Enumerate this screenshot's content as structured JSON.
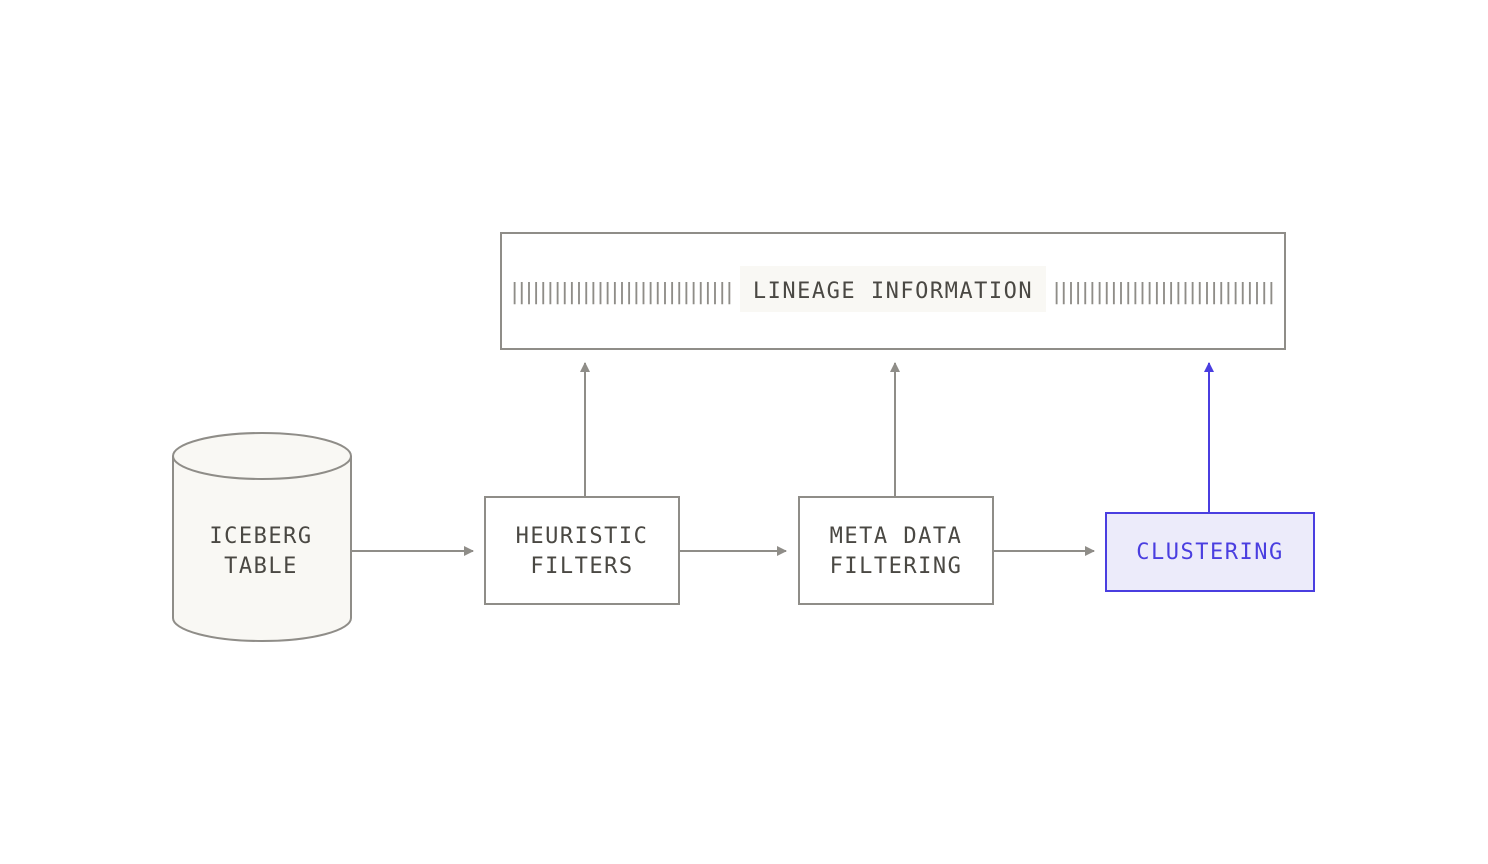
{
  "colors": {
    "stroke_gray": "#8f8d88",
    "text_gray": "#4a4843",
    "cylinder_fill": "#f9f8f4",
    "label_bg": "#f9f8f4",
    "accent": "#4a3ee0",
    "accent_fill": "#ecebfa"
  },
  "nodes": {
    "iceberg_table": {
      "line1": "ICEBERG",
      "line2": "TABLE"
    },
    "heuristic_filters": {
      "line1": "HEURISTIC",
      "line2": "FILTERS"
    },
    "meta_data_filtering": {
      "line1": "META DATA",
      "line2": "FILTERING"
    },
    "clustering": {
      "label": "CLUSTERING"
    },
    "lineage_information": {
      "label": "LINEAGE INFORMATION"
    }
  },
  "edges": [
    {
      "from": "iceberg_table",
      "to": "heuristic_filters"
    },
    {
      "from": "heuristic_filters",
      "to": "meta_data_filtering"
    },
    {
      "from": "meta_data_filtering",
      "to": "clustering"
    },
    {
      "from": "heuristic_filters",
      "to": "lineage_information"
    },
    {
      "from": "meta_data_filtering",
      "to": "lineage_information"
    },
    {
      "from": "clustering",
      "to": "lineage_information",
      "highlight": true
    }
  ]
}
